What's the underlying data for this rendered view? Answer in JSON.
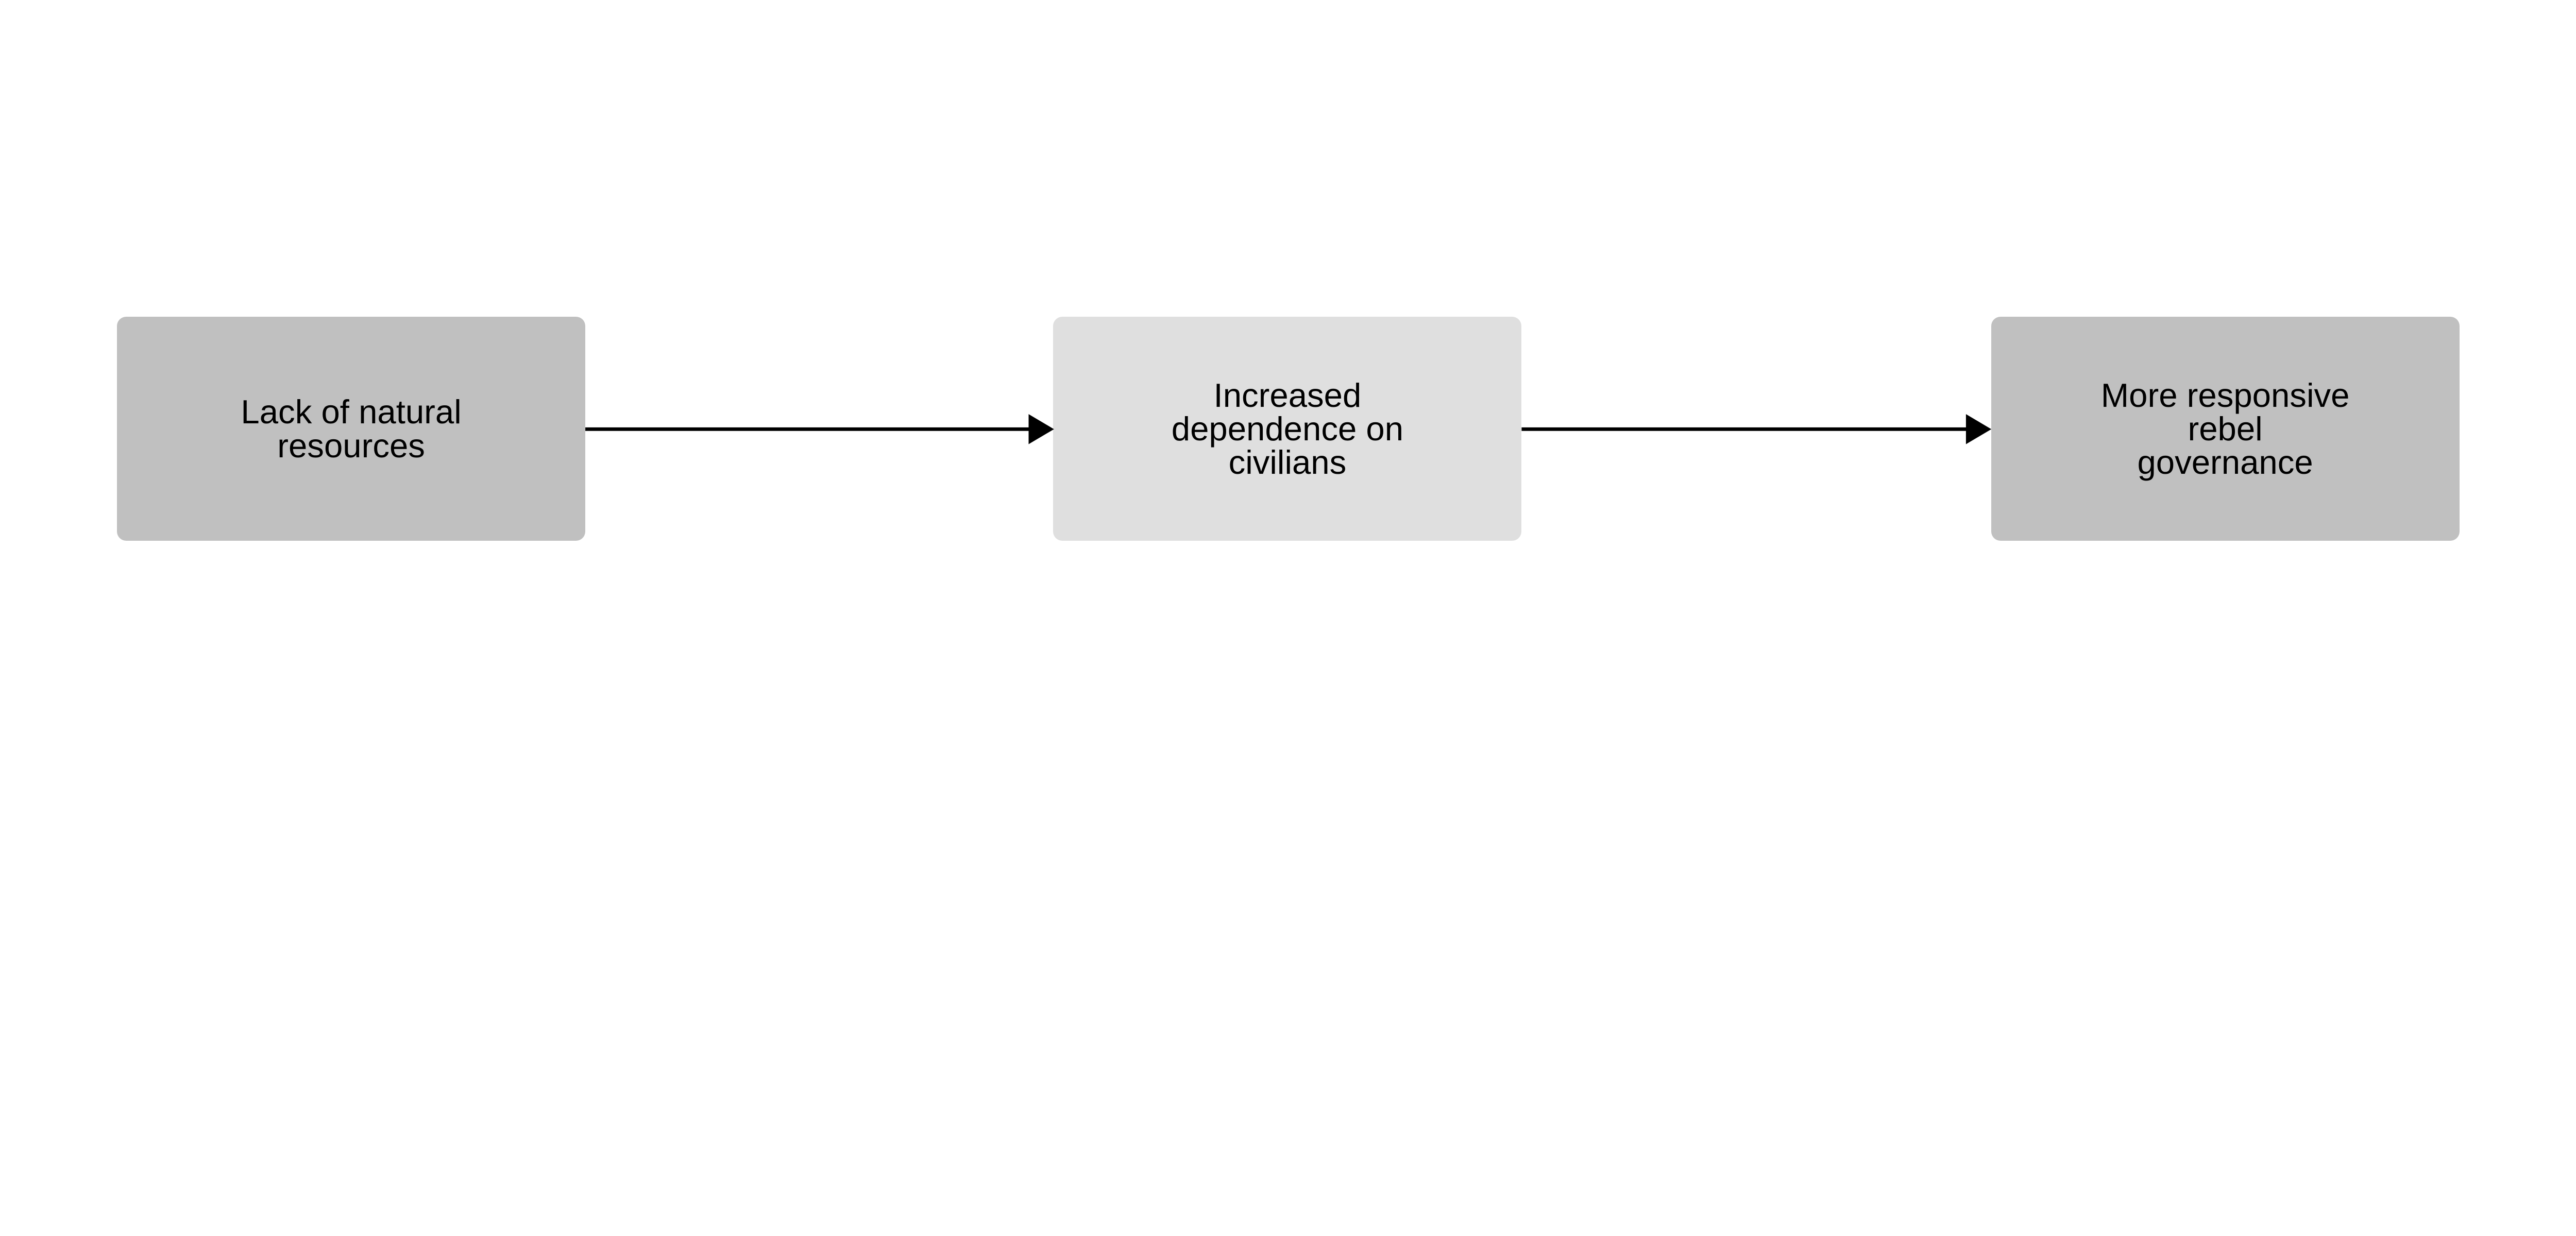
{
  "nodes": [
    {
      "label": "Lack of natural\nresources",
      "fill": "#c0c0c0"
    },
    {
      "label": "Increased\ndependence on\ncivilians",
      "fill": "#dfdfdf"
    },
    {
      "label": "More responsive\nrebel\ngovernance",
      "fill": "#c0c0c0"
    }
  ],
  "edges": [
    {
      "from": 0,
      "to": 1
    },
    {
      "from": 1,
      "to": 2
    }
  ],
  "colors": {
    "edge": "#000000",
    "background": "#ffffff"
  }
}
